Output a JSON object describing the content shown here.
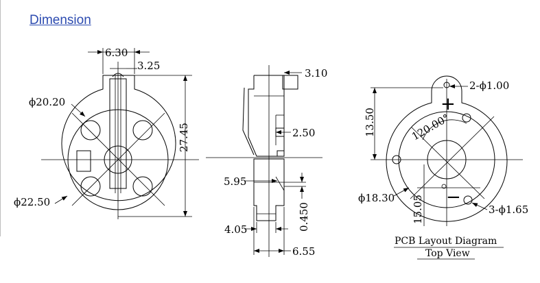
{
  "heading": "Dimension",
  "colors": {
    "heading": "#2c4bb0",
    "lines": "#000000"
  },
  "front_view": {
    "dim_top_width": "6.30",
    "dim_tab_width": "3.25",
    "dim_height": "27.45",
    "dim_inner_dia": "ϕ20.20",
    "dim_outer_dia": "ϕ22.50"
  },
  "side_view": {
    "dim_top_offset": "3.10",
    "dim_mid_gap": "2.50",
    "dim_pin_pos": "5.95",
    "dim_pin_thickness": "0.450",
    "dim_bottom_gap": "4.05",
    "dim_overall_width": "6.55"
  },
  "pcb_view": {
    "dim_top_holes": "2-ϕ1.00",
    "dim_height": "13.50",
    "dim_angle": "120.00°",
    "dim_dia": "ϕ18.30",
    "dim_offset": "15.05",
    "dim_pin_holes": "3-ϕ1.65",
    "plus_sign": "+",
    "minus_sign": "−",
    "caption_title": "PCB Layout Diagram",
    "caption_subtitle": "Top View"
  }
}
